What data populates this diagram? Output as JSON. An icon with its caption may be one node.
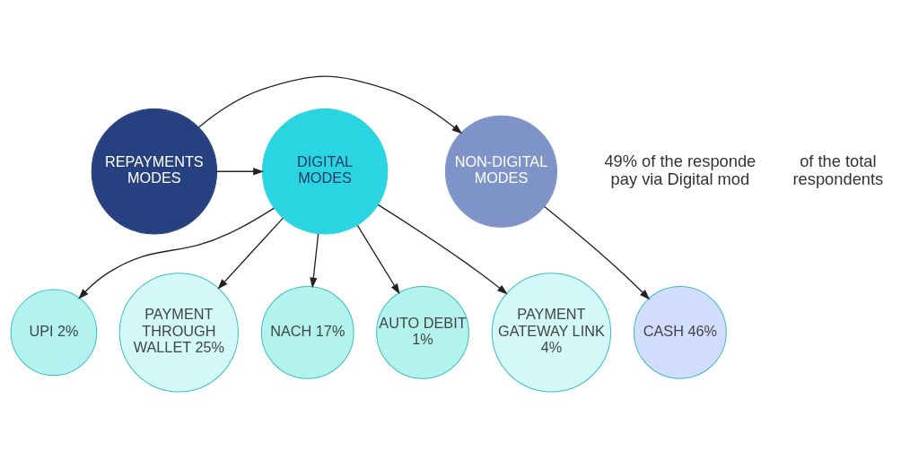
{
  "diagram": {
    "nodes": [
      {
        "text": [
          "REPAYMENTS MODES"
        ]
      },
      {
        "text": [
          "DIGITAL MODES"
        ]
      },
      {
        "text": [
          "NON-DIGITAL MODES"
        ]
      },
      {
        "text": [
          "UPI 2%"
        ]
      },
      {
        "text": [
          "PAYMENT THROUGH WALLET 25%"
        ]
      },
      {
        "text": [
          "NACH 17%"
        ]
      },
      {
        "text": [
          "AUTO DEBIT 1%"
        ]
      },
      {
        "text": [
          "PAYMENT GATEWAY LINK 4%"
        ]
      },
      {
        "text": [
          "CASH 46%"
        ]
      }
    ],
    "edges": [
      {
        "from": 0,
        "to": 1,
        "arrow": "to"
      },
      {
        "from": 0,
        "to": 2,
        "arrow": "to"
      },
      {
        "from": 1,
        "to": 3,
        "arrow": "to"
      },
      {
        "from": 1,
        "to": 4,
        "arrow": "to"
      },
      {
        "from": 1,
        "to": 5,
        "arrow": "to"
      },
      {
        "from": 1,
        "to": 6,
        "arrow": "to"
      },
      {
        "from": 1,
        "to": 7,
        "arrow": "to"
      },
      {
        "from": 2,
        "to": 8,
        "arrow": "to"
      }
    ],
    "labels": [
      "49% of the responde pay via Digital mod",
      "of the total respondents"
    ]
  }
}
